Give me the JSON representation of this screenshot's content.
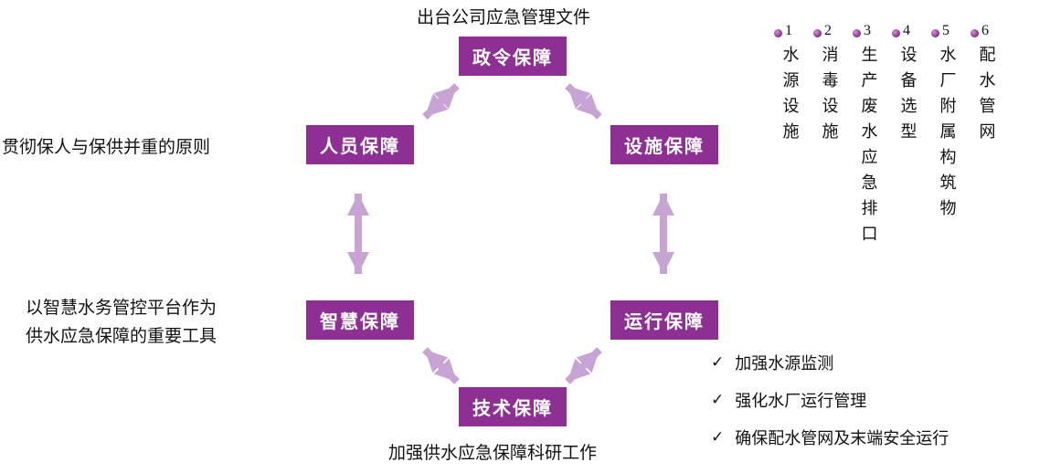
{
  "diagram": {
    "top_caption": "出台公司应急管理文件",
    "bottom_caption": "加强供水应急保障科研工作",
    "left_caption_1": "贯彻保人与保供并重的原则",
    "left_caption_2_line1": "以智慧水务管控平台作为",
    "left_caption_2_line2": "供水应急保障的重要工具",
    "nodes": [
      {
        "label": "政令保障"
      },
      {
        "label": "人员保障"
      },
      {
        "label": "设施保障"
      },
      {
        "label": "智慧保障"
      },
      {
        "label": "运行保障"
      },
      {
        "label": "技术保障"
      }
    ],
    "colors": {
      "node_bg": "#8E2F94",
      "node_text": "#FFFFFF",
      "arrow": "#C8A4D4"
    }
  },
  "numbered_list": {
    "items": [
      {
        "number": "1",
        "label": "水源设施"
      },
      {
        "number": "2",
        "label": "消毒设施"
      },
      {
        "number": "3",
        "label": "生产废水应急排口"
      },
      {
        "number": "4",
        "label": "设备选型"
      },
      {
        "number": "5",
        "label": "水厂附属构筑物"
      },
      {
        "number": "6",
        "label": "配水管网"
      }
    ]
  },
  "checklist": {
    "check_glyph": "✓",
    "items": [
      {
        "text": "加强水源监测"
      },
      {
        "text": "强化水厂运行管理"
      },
      {
        "text": "确保配水管网及末端安全运行"
      }
    ]
  }
}
